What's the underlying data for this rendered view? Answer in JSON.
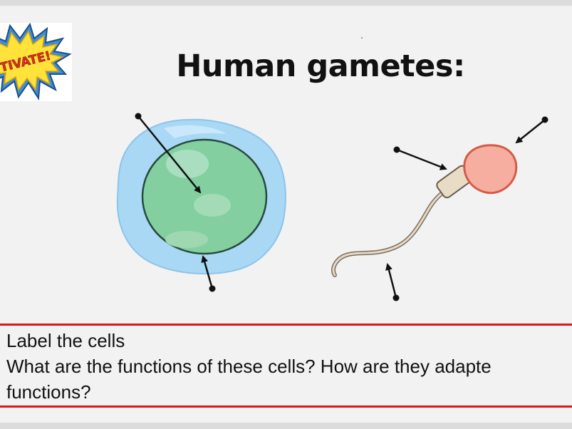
{
  "slide": {
    "title": "Human gametes:",
    "badge": {
      "icon": "activate-burst-icon",
      "text": "TIVATE!"
    },
    "task": {
      "line1": "Label the cells",
      "line2": "What are the functions of these cells? How are they adapte",
      "line3": "functions?"
    }
  },
  "colors": {
    "accent_red": "#d9191c",
    "egg_cytoplasm": "#a9d8f5",
    "egg_nucleus": "#7fcf9a",
    "sperm_head": "#f3a294"
  }
}
